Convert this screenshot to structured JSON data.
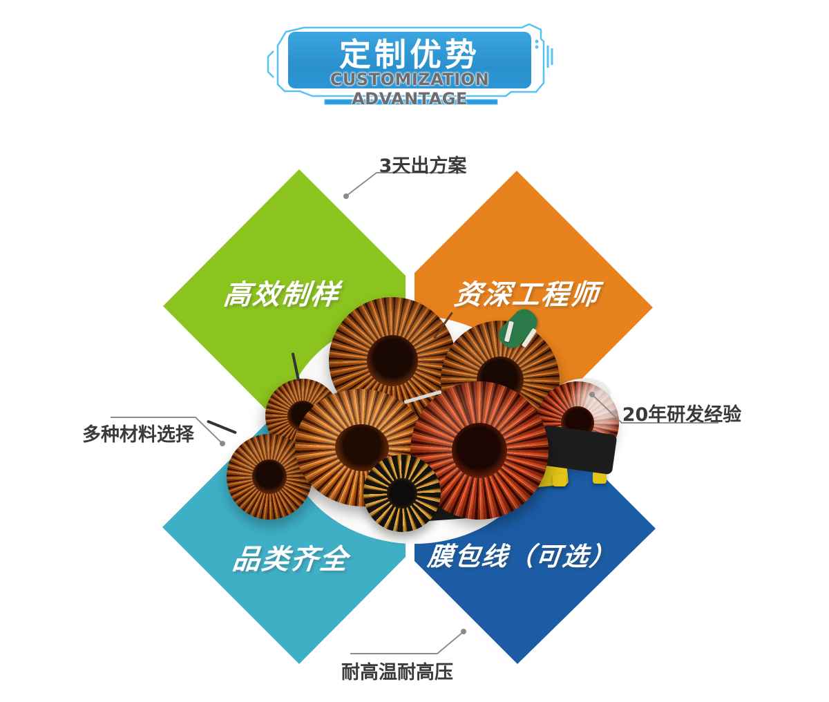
{
  "banner": {
    "title": "定制优势",
    "subtitle": "CUSTOMIZATION ADVANTAGE"
  },
  "diamonds": [
    {
      "name": "efficient-sampling",
      "label": "高效制样",
      "color": "#8cc41f"
    },
    {
      "name": "senior-engineers",
      "label": "资深工程师",
      "color": "#e8821d"
    },
    {
      "name": "full-product-range",
      "label": "品类齐全",
      "color": "#3fafc6"
    },
    {
      "name": "film-wrapped-wire-optional",
      "label": "膜包线（可选）",
      "color": "#1b5ca4"
    }
  ],
  "callouts": [
    {
      "position": "top",
      "text": "3天出方案"
    },
    {
      "position": "right",
      "text": "20年研发经验"
    },
    {
      "position": "left",
      "text": "多种材料选择"
    },
    {
      "position": "bottom",
      "text": "耐高温耐高压"
    }
  ],
  "center_image": "toroidal-inductor-coils-photo",
  "colors": {
    "banner_fill": "#2f9ad9",
    "banner_frame": "#56c2f2",
    "banner_title_text": "#ffffff",
    "banner_subtitle_text": "#6d6d6d",
    "callout_text": "#3a3a3a",
    "leader_line": "#8e8e84",
    "copper_wire": "#c4641c",
    "pcb_yellow": "#e2c517"
  }
}
